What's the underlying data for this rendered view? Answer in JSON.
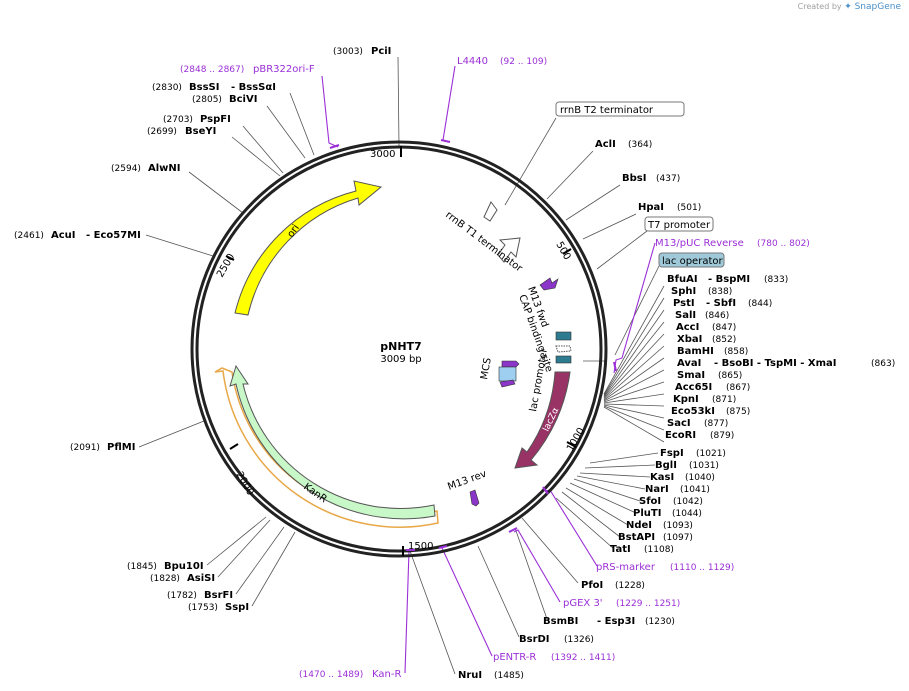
{
  "credit": {
    "prefix": "Created by",
    "brand": "SnapGene"
  },
  "plasmid": {
    "name": "pNHT7",
    "size": "3009 bp"
  },
  "ticks": [
    "500",
    "1000",
    "1500",
    "2000",
    "2500",
    "3000"
  ],
  "colors": {
    "ori": "#ffff00",
    "kanr": "#c8f7c8",
    "lacz": "#993366",
    "primer": "#9b2fd6",
    "backbone": "#222222",
    "lacop": "#9fc9d8"
  },
  "features": [
    {
      "label": "ori"
    },
    {
      "label": "KanR"
    },
    {
      "label": "lacZα"
    },
    {
      "label": "rrnB T1 terminator"
    },
    {
      "label": "M13 fwd"
    },
    {
      "label": "CAP binding site"
    },
    {
      "label": "lac promoter"
    },
    {
      "label": "MCS"
    },
    {
      "label": "M13 rev"
    }
  ],
  "boxed": [
    {
      "label": "rrnB T2 terminator"
    },
    {
      "label": "T7 promoter"
    },
    {
      "label": "lac operator"
    }
  ],
  "primers": [
    {
      "name": "L4440",
      "pos": "(92 .. 109)"
    },
    {
      "name": "pBR322ori-F",
      "pos": "(2848 .. 2867)"
    },
    {
      "name": "M13/pUC Reverse",
      "pos": "(780 .. 802)"
    },
    {
      "name": "pRS-marker",
      "pos": "(1110 .. 1129)"
    },
    {
      "name": "pGEX 3'",
      "pos": "(1229 .. 1251)"
    },
    {
      "name": "pENTR-R",
      "pos": "(1392 .. 1411)"
    },
    {
      "name": "Kan-R",
      "pos": "(1470 .. 1489)"
    }
  ],
  "sites_left": [
    {
      "pos": "(3003)",
      "name": "PciI"
    },
    {
      "pos": "(2830)",
      "name": "BssSI",
      "extra": "- BssSαI"
    },
    {
      "pos": "(2805)",
      "name": "BciVI"
    },
    {
      "pos": "(2703)",
      "name": "PspFI"
    },
    {
      "pos": "(2699)",
      "name": "BseYI"
    },
    {
      "pos": "(2594)",
      "name": "AlwNI"
    },
    {
      "pos": "(2461)",
      "name": "AcuI",
      "extra": "- Eco57MI"
    },
    {
      "pos": "(2091)",
      "name": "PflMI"
    },
    {
      "pos": "(1845)",
      "name": "Bpu10I"
    },
    {
      "pos": "(1828)",
      "name": "AsiSI"
    },
    {
      "pos": "(1782)",
      "name": "BsrFI"
    },
    {
      "pos": "(1753)",
      "name": "SspI"
    }
  ],
  "sites_right": [
    {
      "name": "AclI",
      "pos": "(364)"
    },
    {
      "name": "BbsI",
      "pos": "(437)"
    },
    {
      "name": "HpaI",
      "pos": "(501)"
    },
    {
      "name": "BfuAI",
      "extra": "- BspMI",
      "pos": "(833)"
    },
    {
      "name": "SphI",
      "pos": "(838)"
    },
    {
      "name": "PstI",
      "extra": "- SbfI",
      "pos": "(844)"
    },
    {
      "name": "SalI",
      "pos": "(846)"
    },
    {
      "name": "AccI",
      "pos": "(847)"
    },
    {
      "name": "XbaI",
      "pos": "(852)"
    },
    {
      "name": "BamHI",
      "pos": "(858)"
    },
    {
      "name": "AvaI",
      "extra": "- BsoBI   - TspMI   - XmaI",
      "pos": "(863)"
    },
    {
      "name": "SmaI",
      "pos": "(865)"
    },
    {
      "name": "Acc65I",
      "pos": "(867)"
    },
    {
      "name": "KpnI",
      "pos": "(871)"
    },
    {
      "name": "Eco53kI",
      "pos": "(875)"
    },
    {
      "name": "SacI",
      "pos": "(877)"
    },
    {
      "name": "EcoRI",
      "pos": "(879)"
    },
    {
      "name": "FspI",
      "pos": "(1021)"
    },
    {
      "name": "BglI",
      "pos": "(1031)"
    },
    {
      "name": "KasI",
      "pos": "(1040)"
    },
    {
      "name": "NarI",
      "pos": "(1041)"
    },
    {
      "name": "SfoI",
      "pos": "(1042)"
    },
    {
      "name": "PluTI",
      "pos": "(1044)"
    },
    {
      "name": "NdeI",
      "pos": "(1093)"
    },
    {
      "name": "BstAPI",
      "pos": "(1097)"
    },
    {
      "name": "TatI",
      "pos": "(1108)"
    },
    {
      "name": "PfoI",
      "pos": "(1228)"
    },
    {
      "name": "BsmBI",
      "extra": "- Esp3I",
      "pos": "(1230)"
    },
    {
      "name": "BsrDI",
      "pos": "(1326)"
    },
    {
      "name": "NruI",
      "pos": "(1485)"
    }
  ]
}
